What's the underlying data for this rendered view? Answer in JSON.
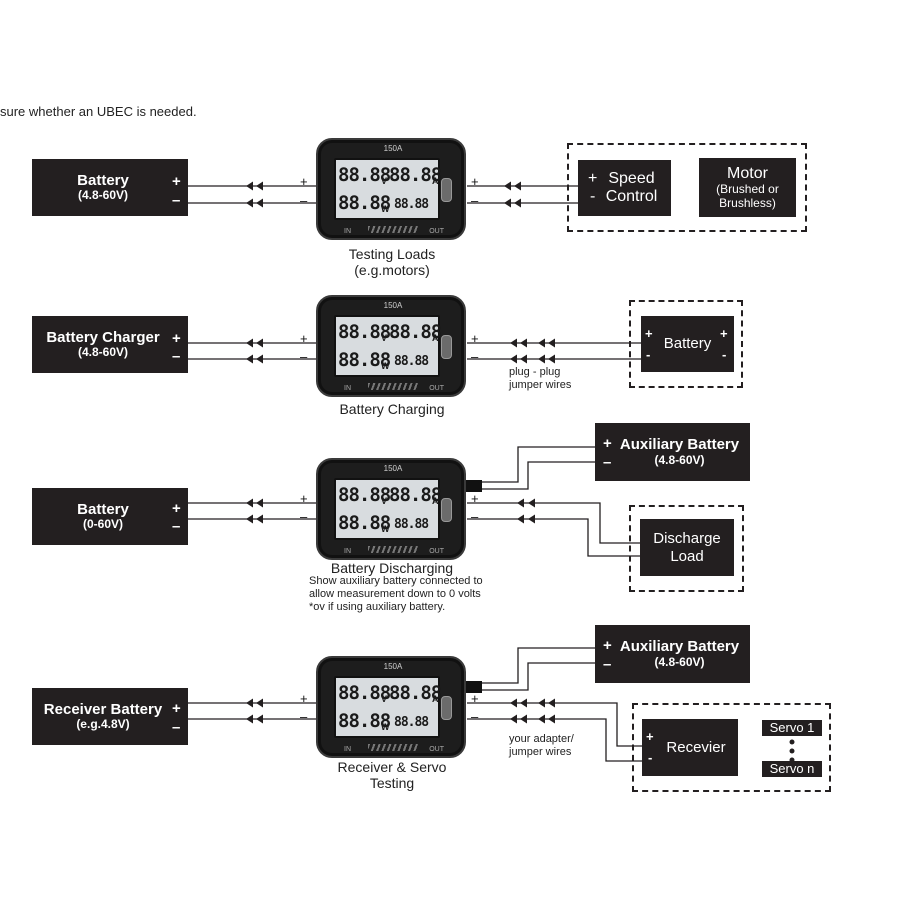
{
  "top_text": "sure whether an UBEC is needed.",
  "meter": {
    "rating": "150A",
    "in_label": "IN",
    "out_label": "OUT",
    "digits": "88.88",
    "unit_v": "V",
    "unit_a": "A",
    "unit_w": "W"
  },
  "signs": {
    "plus": "+",
    "minus": "–",
    "dash": "-"
  },
  "row1": {
    "source_name": "Battery",
    "source_range": "(4.8-60V)",
    "speed_control_1": "Speed",
    "speed_control_2": "Control",
    "motor_title": "Motor",
    "motor_sub1": "(Brushed or",
    "motor_sub2": "Brushless)",
    "caption_1": "Testing Loads",
    "caption_2": "(e.g.motors)"
  },
  "row2": {
    "source_name": "Battery Charger",
    "source_range": "(4.8-60V)",
    "battery_label": "Battery",
    "jumper_1": "plug - plug",
    "jumper_2": "jumper wires",
    "caption_1": "Battery Charging"
  },
  "row3": {
    "source_name": "Battery",
    "source_range": "(0-60V)",
    "aux_title": "Auxiliary Battery",
    "aux_range": "(4.8-60V)",
    "load_1": "Discharge",
    "load_2": "Load",
    "caption_1": "Battery Discharging",
    "note_1": "Show auxiliary battery connected to",
    "note_2": "allow measurement down to 0 volts",
    "note_3": "*ov if using auxiliary battery."
  },
  "row4": {
    "source_name": "Receiver Battery",
    "source_range": "(e.g.4.8V)",
    "aux_title": "Auxiliary Battery",
    "aux_range": "(4.8-60V)",
    "receiver_label": "Recevier",
    "servo_1": "Servo 1",
    "servo_n": "Servo n",
    "adapter_1": "your adapter/",
    "adapter_2": "jumper wires",
    "caption_1": "Receiver & Servo",
    "caption_2": "Testing"
  }
}
